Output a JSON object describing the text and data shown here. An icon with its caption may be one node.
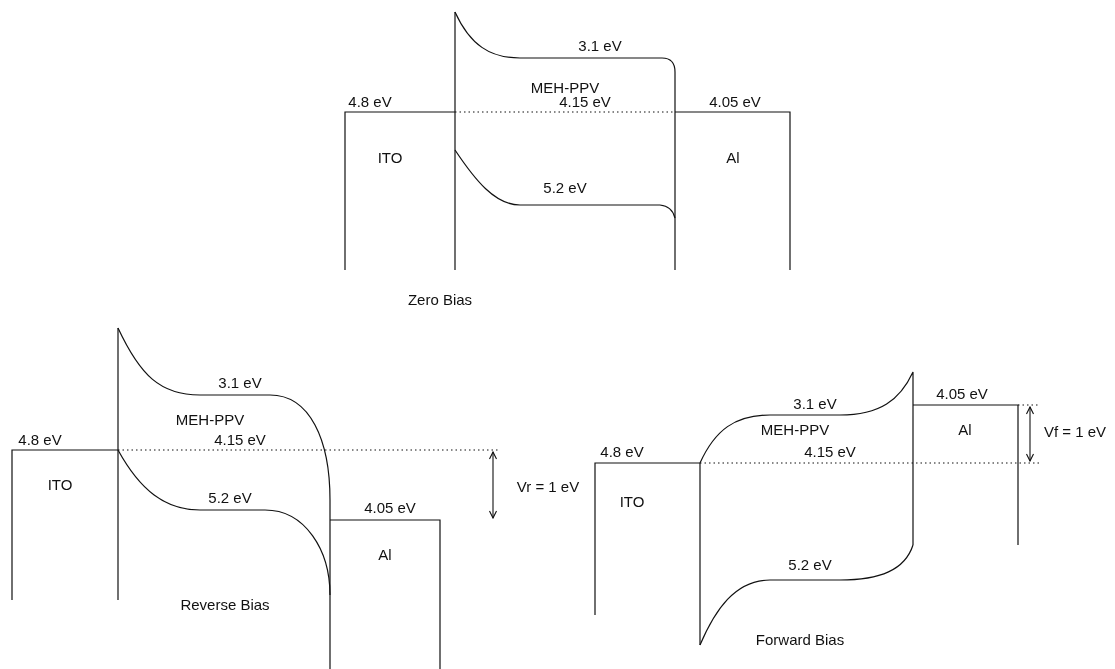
{
  "diagram": {
    "labels": [
      "3.1 eV",
      "MEH-PPV",
      "4.8 eV",
      "4.15 eV",
      "4.05 eV",
      "ITO",
      "5.2 eV",
      "Al",
      "Zero Bias",
      "3.1 eV",
      "MEH-PPV",
      "4.8 eV",
      "4.15 eV",
      "Vr = 1 eV",
      "ITO",
      "5.2 eV",
      "4.05 eV",
      "Al",
      "Reverse Bias",
      "3.1 eV",
      "4.05 eV",
      "MEH-PPV",
      "Vf = 1 eV",
      "Al",
      "4.8 eV",
      "4.15 eV",
      "ITO",
      "5.2 eV",
      "Forward Bias"
    ]
  }
}
